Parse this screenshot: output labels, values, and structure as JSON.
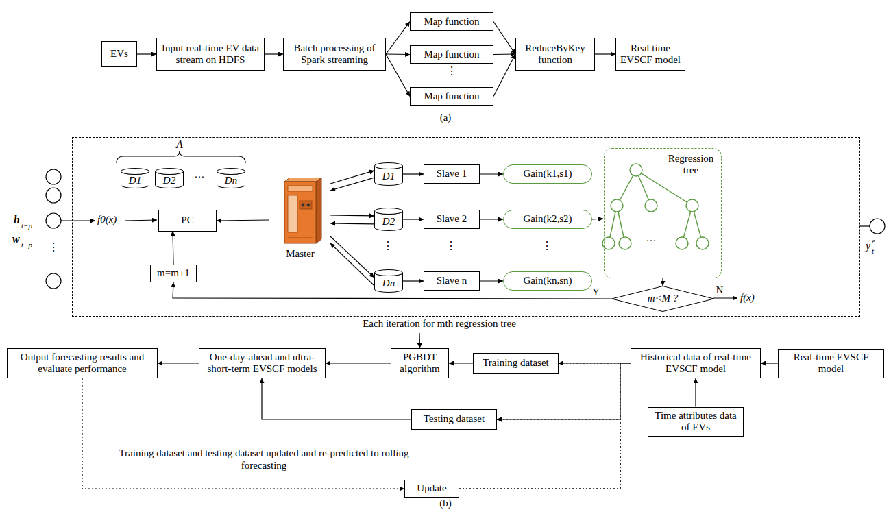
{
  "diagram": {
    "nodes": [
      {
        "text": [
          "EVs"
        ]
      },
      {
        "text": [
          "Input real-time EV data stream on HDFS"
        ]
      },
      {
        "text": [
          "Batch processing of Spark streaming"
        ]
      },
      {
        "text": [
          "Map function"
        ]
      },
      {
        "text": [
          "Map function"
        ]
      },
      {
        "text": [
          "Map function"
        ]
      },
      {
        "text": [
          "ReduceByKey function"
        ]
      },
      {
        "text": [
          "Real time EVSCF model"
        ]
      },
      {
        "text": [
          "Each iteration for mth regression tree"
        ]
      },
      {
        "text": [
          "D1"
        ],
        "in": 8
      },
      {
        "text": [
          "D2"
        ],
        "in": 8
      },
      {
        "text": [
          "Dn"
        ],
        "in": 8
      },
      {
        "text": [
          "PC"
        ],
        "in": 8
      },
      {
        "text": [
          "m=m+1"
        ],
        "in": 8
      },
      {
        "text": [
          "Master"
        ],
        "in": 8
      },
      {
        "text": [
          "D1"
        ],
        "in": 8
      },
      {
        "text": [
          "D2"
        ],
        "in": 8
      },
      {
        "text": [
          "Dn"
        ],
        "in": 8
      },
      {
        "text": [
          "Slave 1"
        ],
        "in": 8
      },
      {
        "text": [
          "Slave 2"
        ],
        "in": 8
      },
      {
        "text": [
          "Slave n"
        ],
        "in": 8
      },
      {
        "text": [
          "Gain(k1,s1)"
        ],
        "in": 8
      },
      {
        "text": [
          "Gain(k2,s2)"
        ],
        "in": 8
      },
      {
        "text": [
          "Gain(kn,sn)"
        ],
        "in": 8
      },
      {
        "text": [
          "Regression tree"
        ],
        "in": 8
      },
      {
        "text": [
          "m<M ?"
        ],
        "in": 8
      },
      {
        "text": [
          "Output forecasting results and evaluate performance"
        ]
      },
      {
        "text": [
          "One-day-ahead and ultra-short-term EVSCF models"
        ]
      },
      {
        "text": [
          "PGBDT algorithm"
        ]
      },
      {
        "text": [
          "Training dataset"
        ]
      },
      {
        "text": [
          "Testing dataset"
        ]
      },
      {
        "text": [
          "Historical data of real-time EVSCF model"
        ]
      },
      {
        "text": [
          "Real-time EVSCF model"
        ]
      },
      {
        "text": [
          "Time attributes data of EVs"
        ]
      },
      {
        "text": [
          "Update"
        ]
      }
    ],
    "edges": [
      {
        "from": 0,
        "to": 1,
        "arrow": "to"
      },
      {
        "from": 1,
        "to": 2,
        "arrow": "to"
      },
      {
        "from": 2,
        "to": 3,
        "arrow": "to"
      },
      {
        "from": 2,
        "to": 4,
        "arrow": "to"
      },
      {
        "from": 2,
        "to": 5,
        "arrow": "to"
      },
      {
        "from": 3,
        "to": 6,
        "arrow": "to"
      },
      {
        "from": 4,
        "to": 6,
        "arrow": "to"
      },
      {
        "from": 5,
        "to": 6,
        "arrow": "to"
      },
      {
        "from": 6,
        "to": 7,
        "arrow": "to"
      },
      {
        "from": 14,
        "to": 12,
        "arrow": "to"
      },
      {
        "from": 13,
        "to": 12,
        "arrow": "to"
      },
      {
        "from": 14,
        "to": 15,
        "arrow": "to"
      },
      {
        "from": 15,
        "to": 14,
        "arrow": "to"
      },
      {
        "from": 14,
        "to": 16,
        "arrow": "to"
      },
      {
        "from": 16,
        "to": 14,
        "arrow": "to"
      },
      {
        "from": 14,
        "to": 17,
        "arrow": "to"
      },
      {
        "from": 17,
        "to": 14,
        "arrow": "to"
      },
      {
        "from": 15,
        "to": 18,
        "arrow": "to"
      },
      {
        "from": 16,
        "to": 19,
        "arrow": "to"
      },
      {
        "from": 17,
        "to": 20,
        "arrow": "to"
      },
      {
        "from": 18,
        "to": 21,
        "arrow": "to"
      },
      {
        "from": 19,
        "to": 22,
        "arrow": "to"
      },
      {
        "from": 20,
        "to": 23,
        "arrow": "to"
      },
      {
        "from": 22,
        "to": 24,
        "arrow": "to"
      },
      {
        "from": 24,
        "to": 25,
        "arrow": "to"
      },
      {
        "from": 25,
        "to": 13,
        "label": "Y",
        "arrow": "to"
      },
      {
        "from": 8,
        "to": 28,
        "arrow": "to"
      },
      {
        "from": 32,
        "to": 31,
        "arrow": "to"
      },
      {
        "from": 33,
        "to": 31,
        "arrow": "to"
      },
      {
        "from": 31,
        "to": 29,
        "arrow": "to"
      },
      {
        "from": 31,
        "to": 30,
        "arrow": "to"
      },
      {
        "from": 29,
        "to": 28,
        "arrow": "to"
      },
      {
        "from": 28,
        "to": 27,
        "arrow": "to"
      },
      {
        "from": 30,
        "to": 27,
        "arrow": "to"
      },
      {
        "from": 27,
        "to": 26,
        "arrow": "to"
      },
      {
        "from": 26,
        "to": 34,
        "label": "Training dataset and testing dataset updated and re-predicted to rolling forecasting",
        "arrow": "to"
      },
      {
        "from": 34,
        "to": 29,
        "arrow": "to"
      },
      {
        "from": 34,
        "to": 30,
        "arrow": "to"
      }
    ],
    "labels": [
      "(a)",
      "⋮",
      "A",
      "···",
      "f0(x)",
      "h",
      "t−p",
      "w",
      "t−p",
      "⋮",
      "⋮",
      "⋮",
      "⋮",
      "N",
      "f(x)",
      "y",
      "t",
      "e",
      "(b)",
      "···"
    ]
  }
}
